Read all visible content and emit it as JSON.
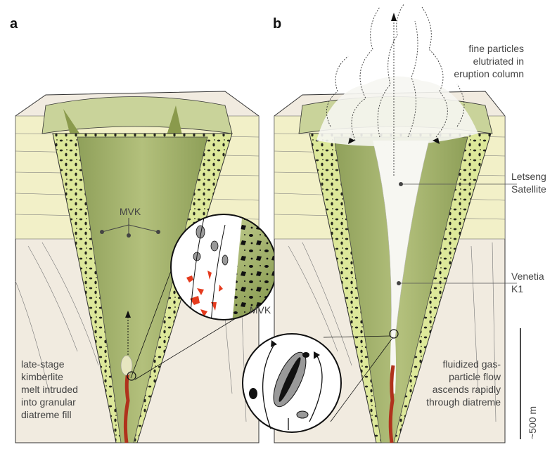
{
  "panels": {
    "a": {
      "letter": "a",
      "mvk_label": "MVK",
      "inset_label": "MVK",
      "caption": [
        "late-stage",
        "kimberlite",
        "melt intruded",
        "into granular",
        "diatreme fill"
      ]
    },
    "b": {
      "letter": "b",
      "column_caption": [
        "fine particles",
        "elutriated in",
        "eruption column"
      ],
      "letseng": [
        "Letseng",
        "Satellite"
      ],
      "venetia": [
        "Venetia",
        "K1"
      ],
      "caption": [
        "fluidized gas-",
        "particle flow",
        "ascends rapidly",
        "through diatreme"
      ]
    }
  },
  "scale_bar": {
    "label": "~500 m"
  },
  "colors": {
    "country_rock_upper": "#f2f0c8",
    "country_rock_lower": "#f1ebe0",
    "diatreme_fill": "#a8b872",
    "diatreme_margin": "#dde89a",
    "melt": "#b0321c",
    "fines": "#e53b1e"
  }
}
